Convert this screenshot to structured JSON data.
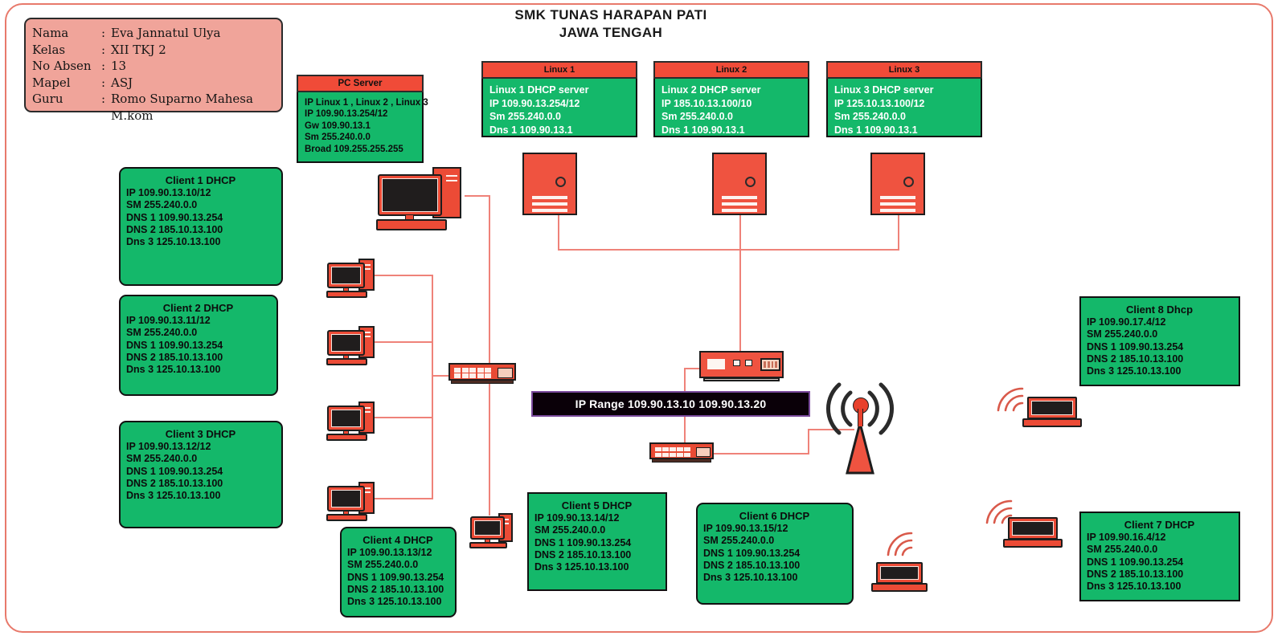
{
  "title": {
    "line1": "SMK TUNAS HARAPAN PATI",
    "line2": "JAWA TENGAH"
  },
  "identity": {
    "rows": [
      {
        "label": "Nama",
        "colon": ":",
        "value": "Eva Jannatul Ulya"
      },
      {
        "label": "Kelas",
        "colon": ":",
        "value": "XII TKJ 2"
      },
      {
        "label": "No Absen",
        "colon": ":",
        "value": "13"
      },
      {
        "label": "Mapel",
        "colon": ":",
        "value": "ASJ"
      },
      {
        "label": "Guru",
        "colon": ":",
        "value": "Romo Suparno Mahesa M.kom"
      }
    ]
  },
  "pc_server": {
    "header": "PC Server",
    "lines": [
      "IP Linux 1 , Linux 2 , Linux 3",
      "IP 109.90.13.254/12",
      "Gw 109.90.13.1",
      "Sm 255.240.0.0",
      "Broad 109.255.255.255"
    ]
  },
  "linux_servers": [
    {
      "header": "Linux 1",
      "lines": [
        "Linux 1 DHCP server",
        "IP 109.90.13.254/12",
        "Sm 255.240.0.0",
        "Dns 1 109.90.13.1"
      ]
    },
    {
      "header": "Linux 2",
      "lines": [
        "Linux 2 DHCP server",
        "IP 185.10.13.100/10",
        "Sm 255.240.0.0",
        "Dns 1 109.90.13.1"
      ]
    },
    {
      "header": "Linux 3",
      "lines": [
        "Linux 3 DHCP server",
        "IP 125.10.13.100/12",
        "Sm 255.240.0.0",
        "Dns 1 109.90.13.1"
      ]
    }
  ],
  "clients": [
    {
      "title": "Client 1 DHCP",
      "lines": [
        "IP 109.90.13.10/12",
        "SM 255.240.0.0",
        "DNS 1 109.90.13.254",
        "DNS 2 185.10.13.100",
        "Dns 3 125.10.13.100"
      ]
    },
    {
      "title": "Client 2 DHCP",
      "lines": [
        "IP 109.90.13.11/12",
        "SM 255.240.0.0",
        "DNS 1 109.90.13.254",
        "DNS 2 185.10.13.100",
        "Dns 3 125.10.13.100"
      ]
    },
    {
      "title": "Client 3 DHCP",
      "lines": [
        "IP 109.90.13.12/12",
        "SM 255.240.0.0",
        "DNS 1 109.90.13.254",
        "DNS 2 185.10.13.100",
        "Dns 3 125.10.13.100"
      ]
    },
    {
      "title": "Client 4 DHCP",
      "lines": [
        "IP 109.90.13.13/12",
        "SM 255.240.0.0",
        "DNS 1 109.90.13.254",
        "DNS 2 185.10.13.100",
        "Dns 3 125.10.13.100"
      ]
    },
    {
      "title": "Client 5 DHCP",
      "lines": [
        "IP 109.90.13.14/12",
        "SM 255.240.0.0",
        "DNS 1 109.90.13.254",
        "DNS 2 185.10.13.100",
        "Dns 3 125.10.13.100"
      ]
    },
    {
      "title": "Client 6 DHCP",
      "lines": [
        "IP 109.90.13.15/12",
        "SM 255.240.0.0",
        "DNS 1 109.90.13.254",
        "DNS 2 185.10.13.100",
        "Dns 3 125.10.13.100"
      ]
    },
    {
      "title": "Client 7 DHCP",
      "lines": [
        "IP 109.90.16.4/12",
        "SM 255.240.0.0",
        "DNS 1 109.90.13.254",
        "DNS 2 185.10.13.100",
        "Dns 3 125.10.13.100"
      ]
    },
    {
      "title": "Client 8 Dhcp",
      "lines": [
        "IP 109.90.17.4/12",
        "SM 255.240.0.0",
        "DNS 1 109.90.13.254",
        "DNS 2 185.10.13.100",
        "Dns 3 125.10.13.100"
      ]
    }
  ],
  "ip_range_banner": "IP Range 109.90.13.10  109.90.13.20",
  "colors": {
    "green_box": "#14b86a",
    "red_header": "#f04b38",
    "salmon_card": "#f0a49a",
    "wire": "#ef8279",
    "banner_bg": "#0a0008",
    "banner_border": "#7a4a9c"
  },
  "icons": {
    "desktop_pc": "desktop-computer-icon",
    "server_tower": "server-tower-icon",
    "network_switch": "network-switch-icon",
    "router": "router-icon",
    "wireless_antenna": "wireless-antenna-icon",
    "laptop": "laptop-icon",
    "wifi_signal": "wifi-signal-icon"
  }
}
